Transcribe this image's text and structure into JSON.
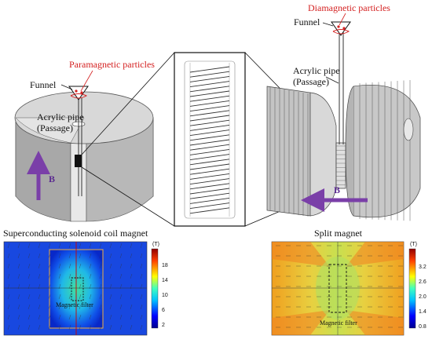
{
  "labels": {
    "diamagnetic": "Diamagnetic particles",
    "paramagnetic": "Paramagnetic particles",
    "funnel_left": "Funnel",
    "funnel_right": "Funnel",
    "pipe_left_1": "Acrylic pipe",
    "pipe_left_2": "(Passage)",
    "pipe_right_1": "Acrylic pipe",
    "pipe_right_2": "(Passage)",
    "b_left": "B",
    "b_right": "B",
    "solenoid_title": "Superconducting solenoid coil magnet",
    "split_title": "Split magnet",
    "filter_left": "Magnetic filter",
    "filter_right": "Magnetic filter"
  },
  "colorbar_left": {
    "unit": "(T)",
    "ticks": [
      "18",
      "14",
      "10",
      "6",
      "2"
    ]
  },
  "colorbar_right": {
    "unit": "(T)",
    "ticks": [
      "3.2",
      "2.6",
      "2.0",
      "1.4",
      "0.8"
    ]
  },
  "colors": {
    "accent_red": "#d42020",
    "arrow_purple": "#7a3fa8",
    "magnet_gray": "#c8c8c8"
  }
}
